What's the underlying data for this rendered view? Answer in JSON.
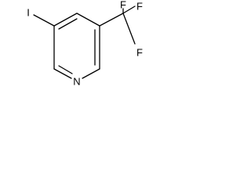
{
  "molecule": {
    "atoms": {
      "iodine": "I",
      "nitrogen": "N",
      "fluorine_top": "F",
      "fluorine_right_top": "F",
      "fluorine_right_bottom": "F"
    }
  }
}
